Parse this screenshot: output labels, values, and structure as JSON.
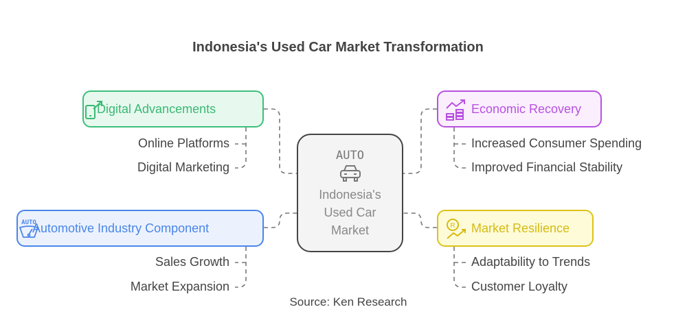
{
  "title": "Indonesia's Used Car Market Transformation",
  "center": {
    "icon_label": "AUTO",
    "label_lines": [
      "Indonesia's",
      "Used Car",
      "Market"
    ]
  },
  "branches": [
    {
      "label": "Digital Advancements",
      "icon": "phone-arrow-icon",
      "color": "#3dbf7a",
      "fill": "#e7f9ef",
      "items": [
        "Online Platforms",
        "Digital Marketing"
      ]
    },
    {
      "label": "Economic Recovery",
      "icon": "chart-coins-icon",
      "color": "#b851e0",
      "fill": "#fbeffe",
      "items": [
        "Increased Consumer Spending",
        "Improved Financial Stability"
      ]
    },
    {
      "label": "Automotive Industry Component",
      "icon": "auto-gauge-icon",
      "color": "#4a86e8",
      "fill": "#ecf2fd",
      "items": [
        "Sales Growth",
        "Market Expansion"
      ]
    },
    {
      "label": "Market Resilience",
      "icon": "rupiah-growth-icon",
      "color": "#dcc317",
      "fill": "#fefbd9",
      "items": [
        "Adaptability to Trends",
        "Customer Loyalty"
      ]
    }
  ],
  "source": "Source: Ken Research"
}
